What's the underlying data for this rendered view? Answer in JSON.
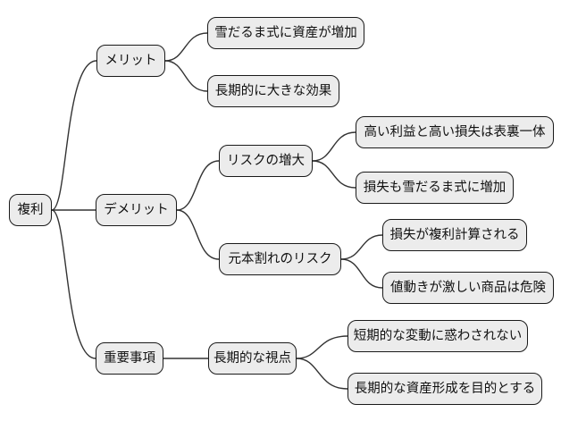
{
  "mindmap": {
    "root": {
      "label": "複利",
      "children": [
        {
          "label": "メリット",
          "children": [
            {
              "label": "雪だるま式に資産が増加"
            },
            {
              "label": "長期的に大きな効果"
            }
          ]
        },
        {
          "label": "デメリット",
          "children": [
            {
              "label": "リスクの増大",
              "children": [
                {
                  "label": "高い利益と高い損失は表裏一体"
                },
                {
                  "label": "損失も雪だるま式に増加"
                }
              ]
            },
            {
              "label": "元本割れのリスク",
              "children": [
                {
                  "label": "損失が複利計算される"
                },
                {
                  "label": "値動きが激しい商品は危険"
                }
              ]
            }
          ]
        },
        {
          "label": "重要事項",
          "children": [
            {
              "label": "長期的な視点",
              "children": [
                {
                  "label": "短期的な変動に惑わされない"
                },
                {
                  "label": "長期的な資産形成を目的とする"
                }
              ]
            }
          ]
        }
      ]
    }
  },
  "colors": {
    "background": "#ffffff",
    "node_fill": "#ececec",
    "node_border": "#1a1a1a",
    "edge": "#333333",
    "text": "#111111"
  }
}
